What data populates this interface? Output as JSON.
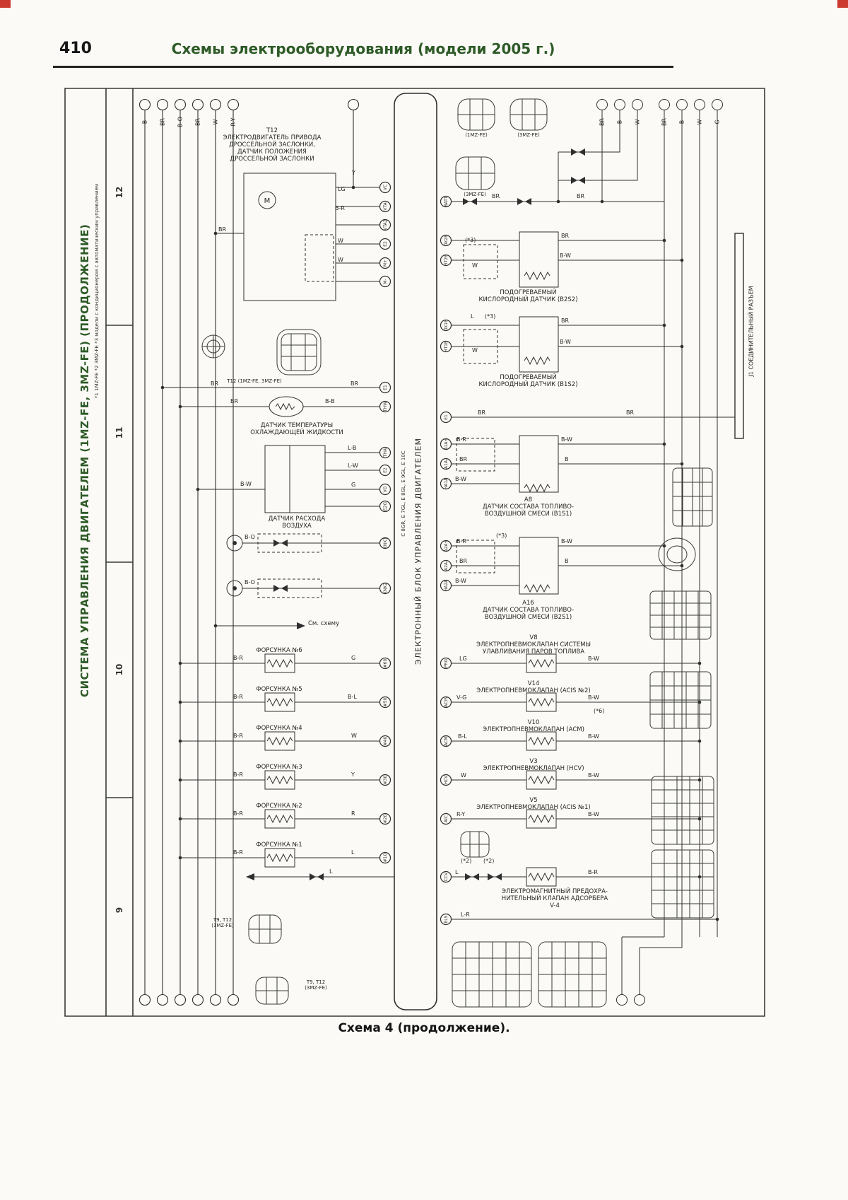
{
  "page": {
    "number": "410",
    "title": "Схемы электрооборудования (модели 2005 г.)",
    "caption": "Схема 4 (продолжение)."
  },
  "colors": {
    "accent_green": "#2d5a27",
    "ink": "#2f2f2f",
    "registration_mark": "#cc3a2f",
    "paper": "#fbfaf6"
  },
  "margins": {
    "system_title": "СИСТЕМА УПРАВЛЕНИЯ ДВИГАТЕЛЕМ (1MZ-FE, 3MZ-FE) (ПРОДОЛЖЕНИЕ)",
    "footnotes": "*1 1MZ-FE   *2 3MZ-FE   *3 модели с кондиционером с автоматическим управлением",
    "grid_labels": [
      "12",
      "11",
      "10",
      "9"
    ],
    "jc_label": "J1 СОЕДИНИТЕЛЬНЫЙ РАЗЪЕМ"
  },
  "ecu": {
    "label": "ЭЛЕКТРОННЫЙ БЛОК УПРАВЛЕНИЯ ДВИГАТЕЛЕМ",
    "sub_label": "C 8GR, E 7GL, E 8GL, E 9GL, E 10C"
  },
  "components": {
    "throttle": "Т12\nЭЛЕКТРОДВИГАТЕЛЬ ПРИВОДА\nДРОССЕЛЬНОЙ ЗАСЛОНКИ,\nДАТЧИК ПОЛОЖЕНИЯ\nДРОССЕЛЬНОЙ ЗАСЛОНКИ",
    "motor_letter": "M",
    "coolant": "ДАТЧИК ТЕМПЕРАТУРЫ\nОХЛАЖДАЮЩЕЙ ЖИДКОСТИ",
    "maf": "ДАТЧИК РАСХОДА\nВОЗДУХА",
    "see_note": "См. схему",
    "o2_b2s2": "ПОДОГРЕВАЕМЫЙ\nКИСЛОРОДНЫЙ ДАТЧИК (B2S2)",
    "o2_b1s2": "ПОДОГРЕВАЕМЫЙ\nКИСЛОРОДНЫЙ ДАТЧИК (B1S2)",
    "afr_b1s1": "A8\nДАТЧИК СОСТАВА ТОПЛИВО-\nВОЗДУШНОЙ СМЕСИ (B1S1)",
    "afr_b2s1": "A16\nДАТЧИК СОСТАВА ТОПЛИВО-\nВОЗДУШНОЙ СМЕСИ (B2S1)",
    "evap": "V8\nЭЛЕКТРОПНЕВМОКЛАПАН СИСТЕМЫ\nУЛАВЛИВАНИЯ ПАРОВ ТОПЛИВА",
    "acis2": "V14\nЭЛЕКТРОПНЕВМОКЛАПАН (ACIS №2)",
    "acm": "V10\nЭЛЕКТРОПНЕВМОКЛАПАН (ACM)",
    "hcv": "V3\nЭЛЕКТРОПНЕВМОКЛАПАН (HCV)",
    "acis1": "V5\nЭЛЕКТРОПНЕВМОКЛАПАН (ACIS №1)",
    "adsorber": "ЭЛЕКТРОМАГНИТНЫЙ ПРЕДОХРА-\nНИТЕЛЬНЫЙ КЛАПАН АДСОРБЕРА\nV-4"
  },
  "injectors": [
    "ФОРСУНКА №6",
    "ФОРСУНКА №5",
    "ФОРСУНКА №4",
    "ФОРСУНКА №3",
    "ФОРСУНКА №2",
    "ФОРСУНКА №1"
  ],
  "connector_captions": {
    "t12": "Т12 (1MZ-FE, 3MZ-FE)",
    "bl1": "Т9, Т12\n(1MZ-FE)",
    "bl2": "Т9, Т12\n(3MZ-FE)",
    "tr1": "(1MZ-FE)",
    "tr2": "(3MZ-FE)",
    "mr1": "(3MZ-FE)"
  },
  "terminals": {
    "left": [
      "VC",
      "VTA",
      "VTA2",
      "E2",
      "M+",
      "M-",
      "E1",
      "THW",
      "THA",
      "E2",
      "VG",
      "E2G",
      "KNK1",
      "KNK2",
      "#60",
      "#50",
      "#40",
      "#30",
      "#20",
      "#10"
    ],
    "right": [
      "BATT",
      "OX2B",
      "HT2B",
      "OX1B",
      "HT1B",
      "E1",
      "A1A+",
      "A1A-",
      "HA1A",
      "A2A+",
      "A2A-",
      "HA2A",
      "PRG",
      "ACIS",
      "ACM",
      "HCV",
      "AIC",
      "CCV",
      "ELS"
    ]
  },
  "wires": [
    "Y",
    "LG",
    "B-R",
    "W",
    "W",
    "BR",
    "BR",
    "BR",
    "BR",
    "B-B",
    "L-B",
    "L-W",
    "G",
    "B-W",
    "B-O",
    "B-O",
    "B-R",
    "G",
    "B-R",
    "B-L",
    "B-R",
    "W",
    "B-R",
    "Y",
    "B-R",
    "R",
    "B-R",
    "L",
    "L",
    "BR",
    "BR",
    "BR",
    "B-W",
    "W",
    "(*3)",
    "L",
    "BR",
    "B-W",
    "W",
    "(*3)",
    "BR",
    "BR",
    "B-R",
    "BR",
    "B-W",
    "B-W",
    "B",
    "B-R",
    "BR",
    "B-W",
    "B-W",
    "B",
    "(*3)",
    "LG",
    "B-W",
    "V-G",
    "B-W",
    "(*6)",
    "B-L",
    "B-W",
    "W",
    "B-W",
    "R-Y",
    "B-W",
    "L",
    "(*2)",
    "(*2)",
    "B-R",
    "L-R",
    "B",
    "BR",
    "B-O",
    "BR",
    "W",
    "R-Y",
    "BR",
    "B",
    "W",
    "BR",
    "B",
    "W",
    "G"
  ]
}
